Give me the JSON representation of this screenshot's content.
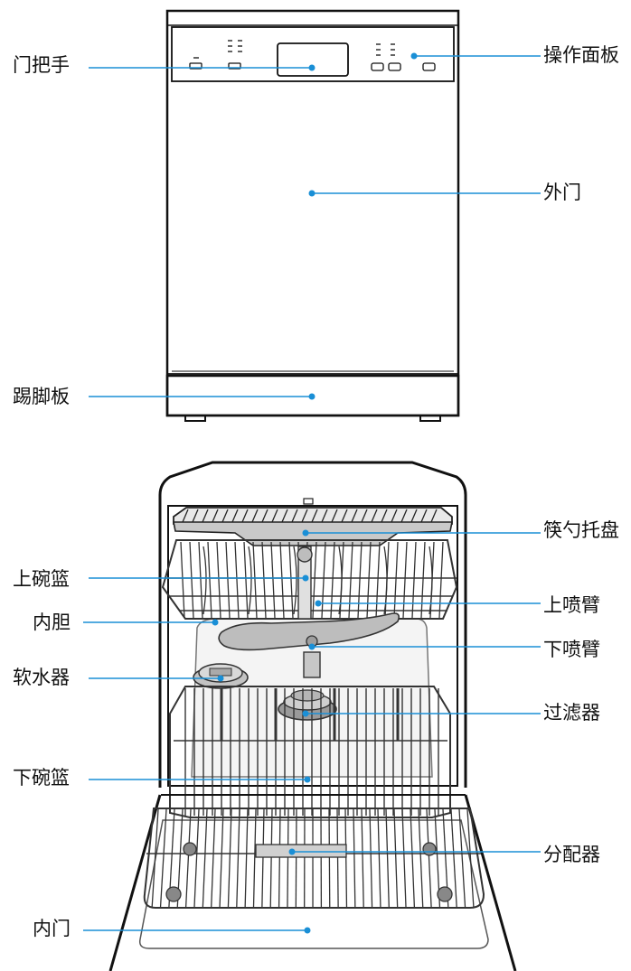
{
  "colors": {
    "leader": "#1a8fd6",
    "outline": "#111111",
    "rack": "#333333",
    "fill_gray": "#bdbdbd",
    "fill_light": "#e6e6e6"
  },
  "top_view": {
    "labels": {
      "door_handle": "门把手",
      "control_panel": "操作面板",
      "outer_door": "外门",
      "kick_plate": "踢脚板"
    }
  },
  "interior_view": {
    "labels": {
      "cutlery_tray": "筷勺托盘",
      "upper_basket": "上碗篮",
      "upper_spray_arm": "上喷臂",
      "tub": "内胆",
      "lower_spray_arm": "下喷臂",
      "water_softener": "软水器",
      "filter": "过滤器",
      "lower_basket": "下碗篮",
      "dispenser": "分配器",
      "inner_door": "内门"
    }
  }
}
